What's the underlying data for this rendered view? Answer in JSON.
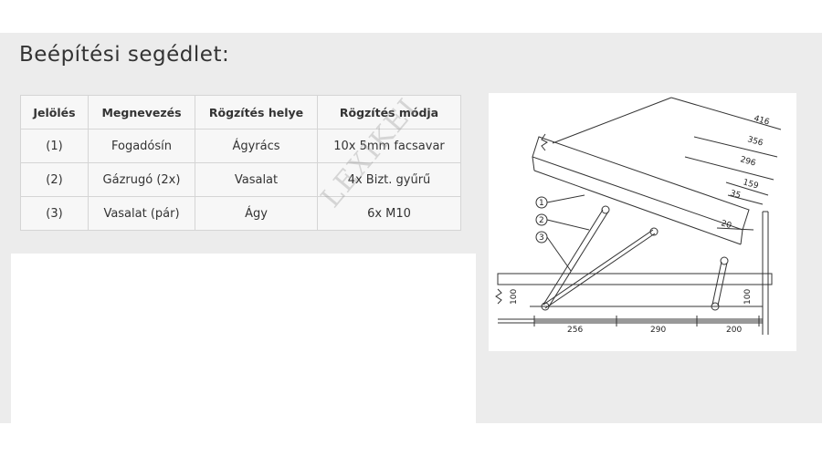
{
  "section": {
    "title": "Beépítési segédlet:"
  },
  "table": {
    "headers": [
      "Jelölés",
      "Megnevezés",
      "Rögzítés helye",
      "Rögzítés módja"
    ],
    "rows": [
      [
        "(1)",
        "Fogadósín",
        "Ágyrács",
        "10x 5mm facsavar"
      ],
      [
        "(2)",
        "Gázrugó (2x)",
        "Vasalat",
        "4x Bizt. gyűrű"
      ],
      [
        "(3)",
        "Vasalat (pár)",
        "Ágy",
        "6x M10"
      ]
    ]
  },
  "watermark": "LEXIKEI",
  "diagram": {
    "dimensions_top": [
      "416",
      "356",
      "296",
      "159",
      "35",
      "20"
    ],
    "dimensions_bottom": [
      "256",
      "290",
      "200"
    ],
    "height_left": "100",
    "height_right": "100",
    "part_labels": [
      "1",
      "2",
      "3"
    ]
  }
}
